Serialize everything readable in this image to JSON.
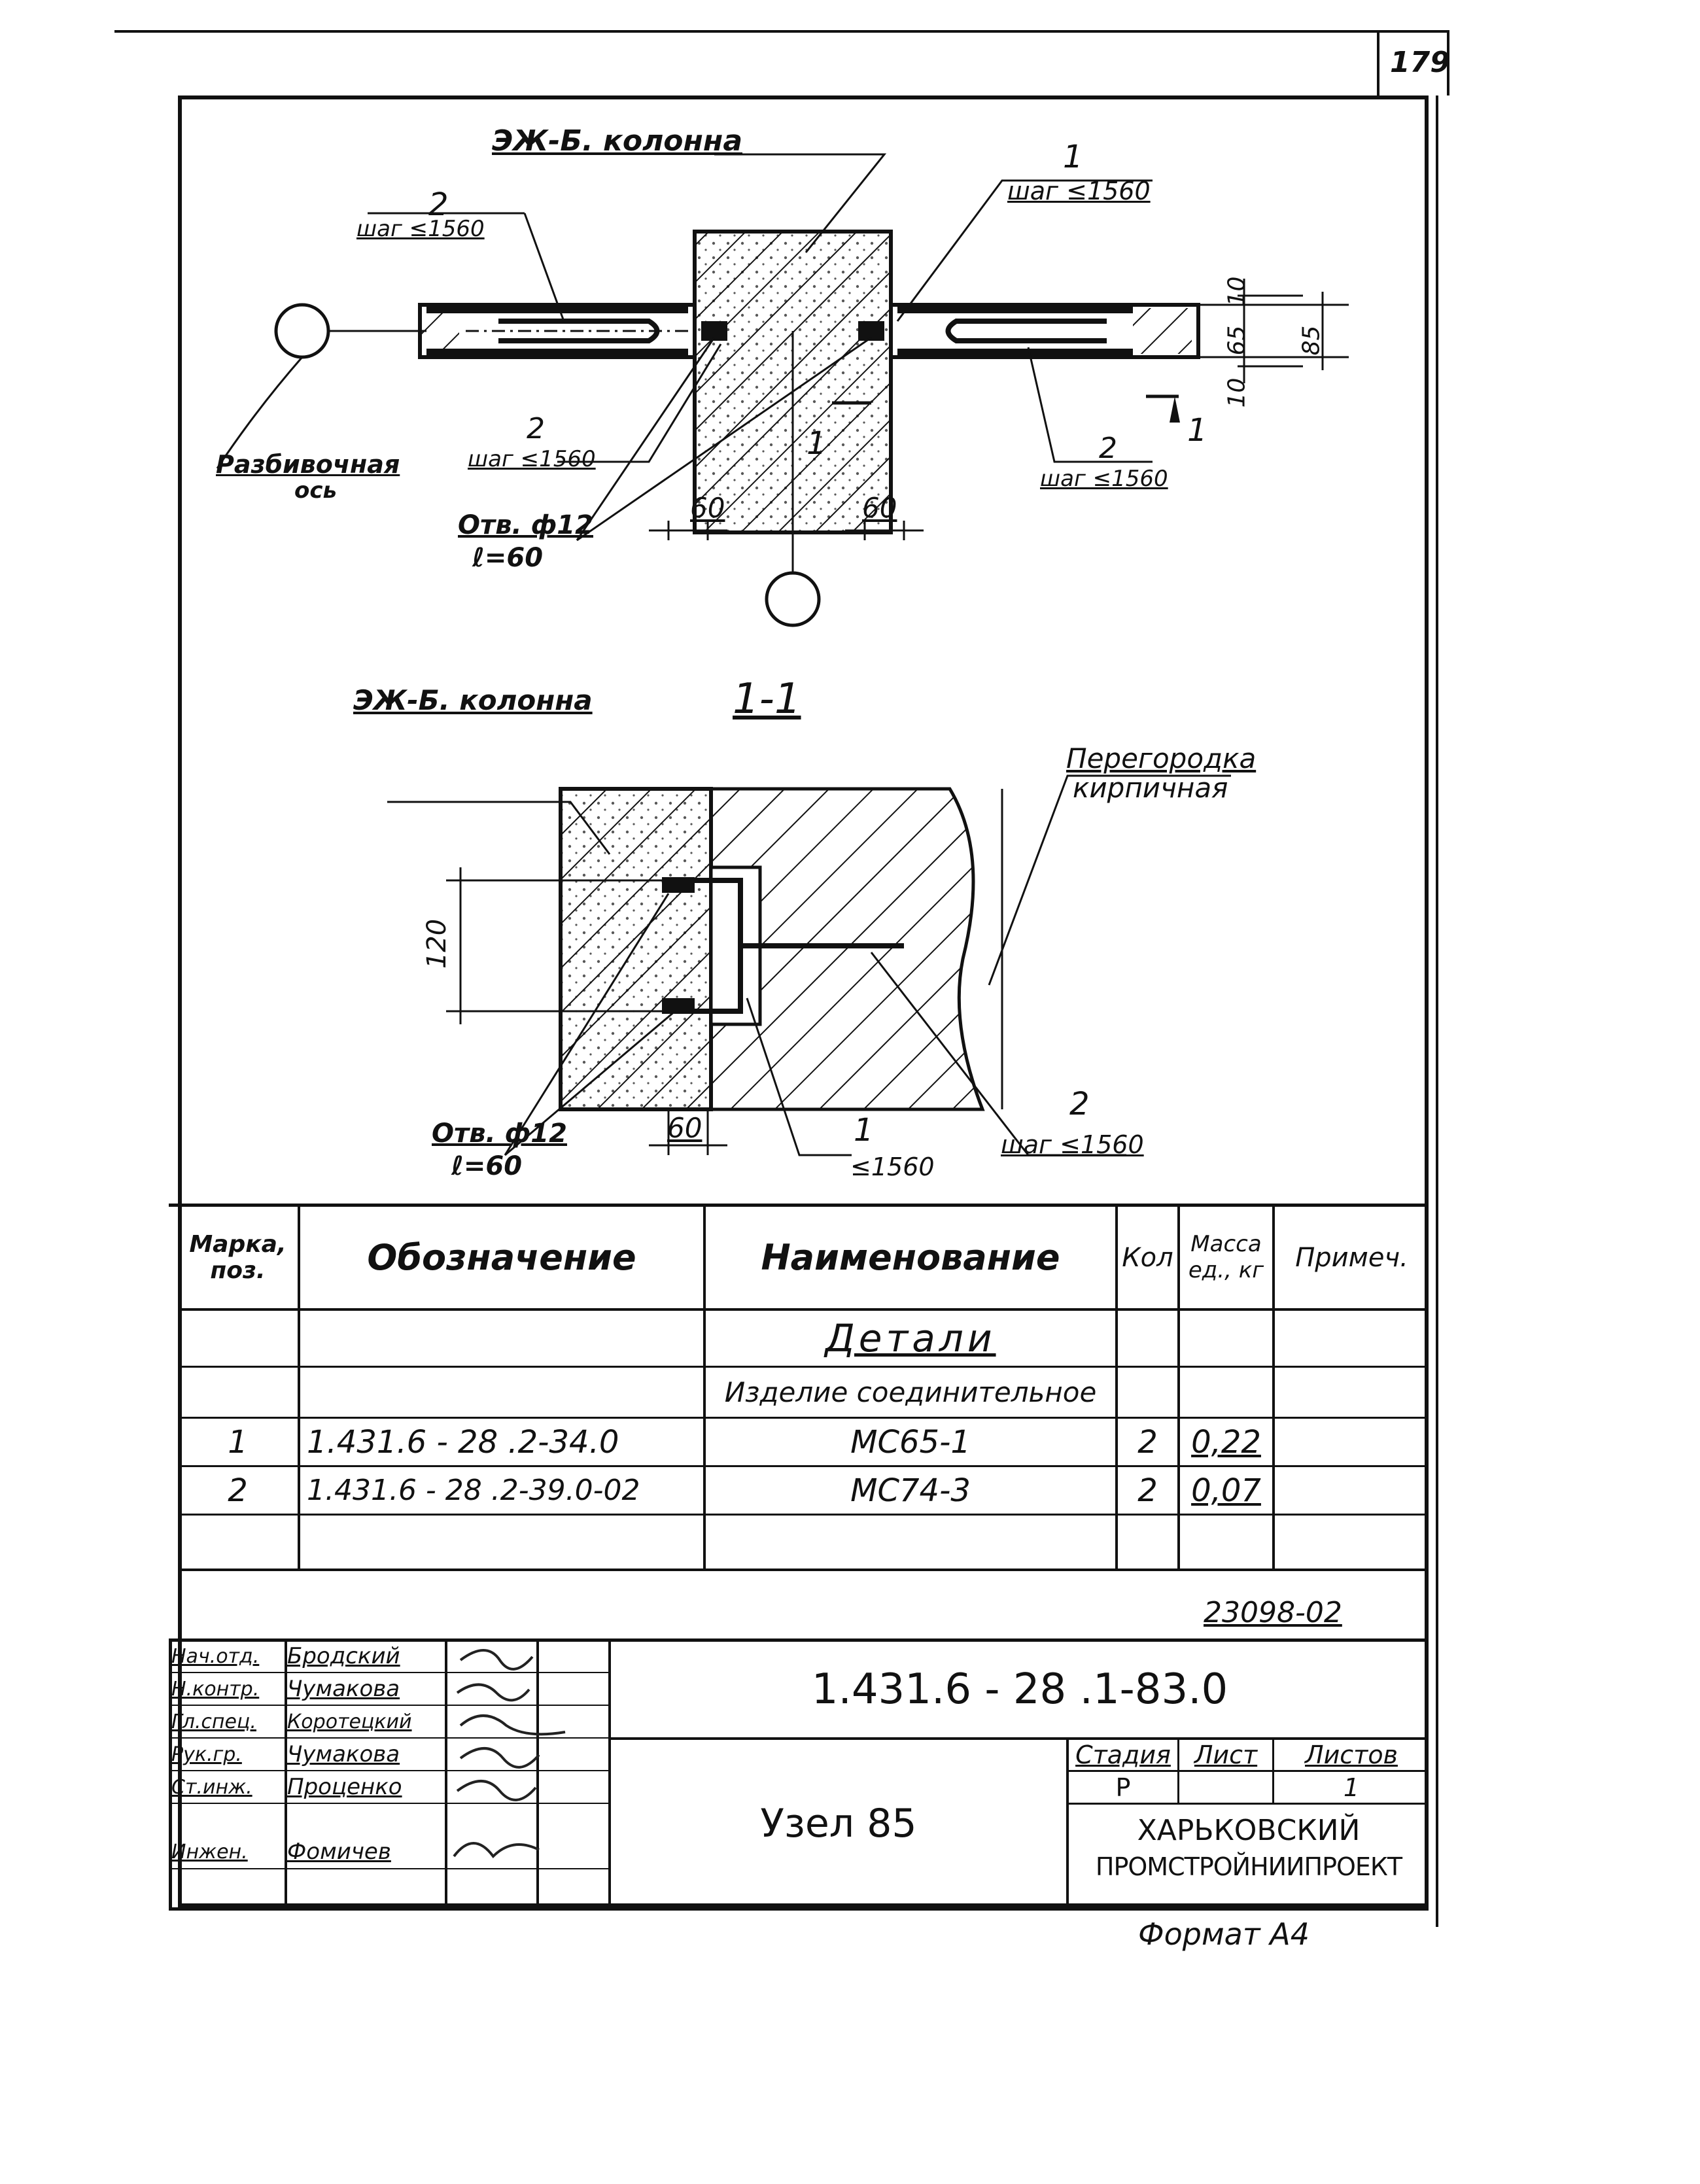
{
  "sheet": {
    "number": "179",
    "format": "Формат А4",
    "archive_no": "23098-02"
  },
  "plan": {
    "column_label": "ЭЖ-Б. колонна",
    "callout_1_pos": "1",
    "callout_1_step": "шаг ≤1560",
    "callout_2_pos": "2",
    "callout_2_step": "шаг ≤1560",
    "callout_2b_pos": "2",
    "callout_2b_step": "шаг ≤1560",
    "callout_2c_pos": "2",
    "callout_2c_step": "шаг ≤1560",
    "axis_label_1": "Разбивочная",
    "axis_label_2": "ось",
    "hole_label_1": "Отв. ф12",
    "hole_label_2": "ℓ=60",
    "dim_left": "60",
    "dim_right": "60",
    "dim_10_top": "10",
    "dim_65": "65",
    "dim_10_bot": "10",
    "dim_85": "85",
    "section_mark": "1",
    "section_mark_b": "1"
  },
  "section": {
    "title": "1-1",
    "column_label": "ЭЖ-Б. колонна",
    "partition_1": "Перегородка",
    "partition_2": "кирпичная",
    "dim_120": "120",
    "dim_60": "60",
    "hole_label_1": "Отв. ф12",
    "hole_label_2": "ℓ=60",
    "callout_1_pos": "1",
    "callout_1_step": "≤1560",
    "callout_2_pos": "2",
    "callout_2_step": "шаг ≤1560"
  },
  "spec": {
    "headers": {
      "mark": "Марка, поз.",
      "designation": "Обозначение",
      "name": "Наименование",
      "qty": "Кол",
      "mass": "Масса ед., кг",
      "note": "Примеч."
    },
    "section_title": "Детали",
    "group_title": "Изделие соединительное",
    "rows": [
      {
        "mark": "1",
        "designation": "1.431.6 - 28 .2-34.0",
        "name": "МС65-1",
        "qty": "2",
        "mass": "0,22",
        "note": ""
      },
      {
        "mark": "2",
        "designation": "1.431.6 - 28 .2-39.0-02",
        "name": "МС74-3",
        "qty": "2",
        "mass": "0,07",
        "note": ""
      }
    ]
  },
  "title_block": {
    "code": "1.431.6 - 28 .1-83.0",
    "title": "Узел 85",
    "stage_header": "Стадия",
    "sheet_header": "Лист",
    "sheets_header": "Листов",
    "stage_value": "Р",
    "sheet_value": "",
    "sheets_value": "1",
    "org_1": "ХАРЬКОВСКИЙ",
    "org_2": "ПРОМСТРОЙНИИПРОЕКТ",
    "signers": [
      {
        "role": "Нач.отд.",
        "name": "Бродский"
      },
      {
        "role": "Н.контр.",
        "name": "Чумакова"
      },
      {
        "role": "Гл.спец.",
        "name": "Коротецкий"
      },
      {
        "role": "Рук.гр.",
        "name": "Чумакова"
      },
      {
        "role": "Ст.инж.",
        "name": "Проценко"
      },
      {
        "role": "Инжен.",
        "name": "Фомичев"
      }
    ]
  }
}
